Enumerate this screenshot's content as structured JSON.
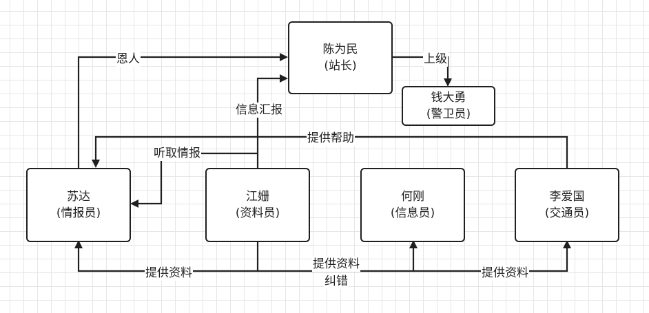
{
  "nodes": {
    "chen": {
      "name": "陈为民",
      "role": "(站长)"
    },
    "qian": {
      "name": "钱大勇",
      "role": "(警卫员)"
    },
    "su": {
      "name": "苏达",
      "role": "(情报员)"
    },
    "jiang": {
      "name": "江姗",
      "role": "(资料员)"
    },
    "he": {
      "name": "何刚",
      "role": "(信息员)"
    },
    "li": {
      "name": "李爱国",
      "role": "(交通员)"
    }
  },
  "edges": {
    "enren": "恩人",
    "shangji": "上级",
    "xinxi_huibao": "信息汇报",
    "tigong_bangzhu": "提供帮助",
    "tingqu_qingbao": "听取情报",
    "tigong_ziliao_su": "提供资料",
    "tigong_ziliao_he": "提供资料",
    "jiucuo": "纠错",
    "tigong_ziliao_li": "提供资料"
  },
  "colors": {
    "line": "#1f1f1f",
    "grid": "#e6e6e6",
    "node_fill": "#ffffff"
  }
}
